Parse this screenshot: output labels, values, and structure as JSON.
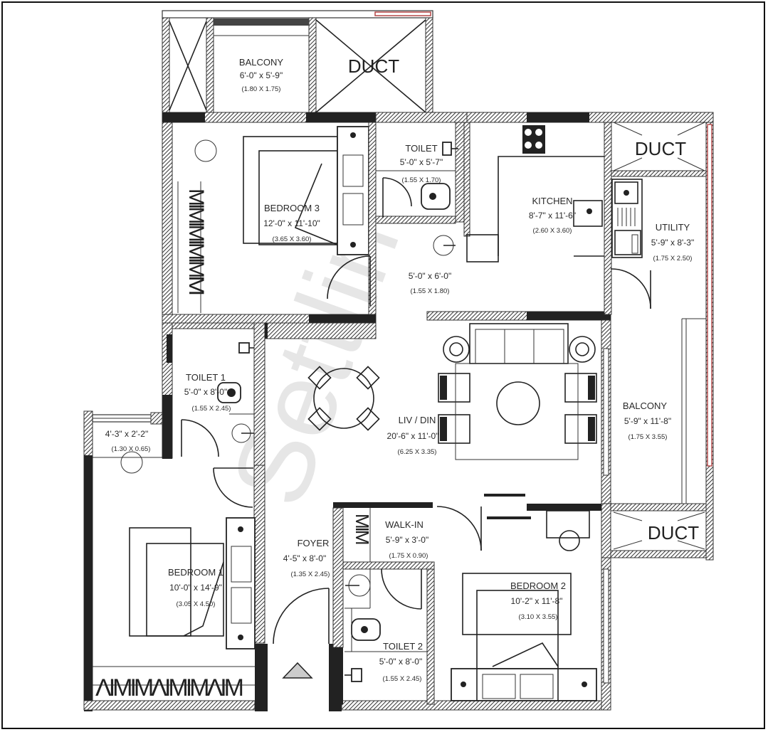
{
  "plan": {
    "watermark": "Settlin",
    "accent_colors": {
      "wall": "#222222",
      "window_red": "#b03a3a",
      "entry_marker": "#cccccc"
    },
    "rooms": {
      "balcony_top": {
        "name": "BALCONY",
        "imperial": "6'-0\" x 5'-9\"",
        "metric": "(1.80 X 1.75)"
      },
      "duct_top": {
        "name": "DUCT"
      },
      "bedroom3": {
        "name": "BEDROOM 3",
        "imperial": "12'-0\" x 11'-10\"",
        "metric": "(3.65 X 3.60)"
      },
      "toilet_top": {
        "name": "TOILET",
        "imperial": "5'-0\" x 5'-7\"",
        "metric": "(1.55 X 1.70)"
      },
      "passage": {
        "imperial": "5'-0\" x 6'-0\"",
        "metric": "(1.55 X 1.80)"
      },
      "kitchen": {
        "name": "KITCHEN",
        "imperial": "8'-7\" x 11'-6\"",
        "metric": "(2.60 X 3.60)"
      },
      "duct_right_top": {
        "name": "DUCT"
      },
      "utility": {
        "name": "UTILITY",
        "imperial": "5'-9\" x 8'-3\"",
        "metric": "(1.75 X 2.50)"
      },
      "toilet1": {
        "name": "TOILET 1",
        "imperial": "5'-0\" x 8'-0\"",
        "metric": "(1.55 X 2.45)"
      },
      "small_balcony": {
        "imperial": "4'-3\" x 2'-2\"",
        "metric": "(1.30 X 0.65)"
      },
      "liv_din": {
        "name": "LIV / DIN",
        "imperial": "20'-6\" x 11'-0\"",
        "metric": "(6.25 X 3.35)"
      },
      "balcony_right": {
        "name": "BALCONY",
        "imperial": "5'-9\" x 11'-8\"",
        "metric": "(1.75 X 3.55)"
      },
      "duct_right_bottom": {
        "name": "DUCT"
      },
      "walkin": {
        "name": "WALK-IN",
        "imperial": "5'-9\" x 3'-0\"",
        "metric": "(1.75 X 0.90)"
      },
      "foyer": {
        "name": "FOYER",
        "imperial": "4'-5\" x 8'-0\"",
        "metric": "(1.35 X 2.45)"
      },
      "bedroom1": {
        "name": "BEDROOM 1",
        "imperial": "10'-0\" x 14'-9\"",
        "metric": "(3.05 X 4.50)"
      },
      "toilet2": {
        "name": "TOILET 2",
        "imperial": "5'-0\" x 8'-0\"",
        "metric": "(1.55 X 2.45)"
      },
      "bedroom2": {
        "name": "BEDROOM 2",
        "imperial": "10'-2\" x 11'-8\"",
        "metric": "(3.10 X 3.55)"
      }
    },
    "entry_marker": "entrance-triangle"
  }
}
